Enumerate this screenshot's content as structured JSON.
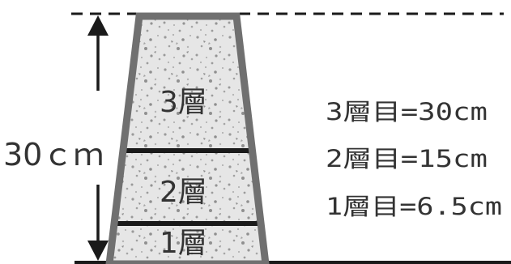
{
  "diagram": {
    "dimension_label": "30ｃｍ",
    "layer_labels": [
      {
        "id": "layer-3",
        "text": "3層"
      },
      {
        "id": "layer-2",
        "text": "2層"
      },
      {
        "id": "layer-1",
        "text": "1層"
      }
    ],
    "legend": [
      {
        "text": "3層目=30cm"
      },
      {
        "text": "2層目=15cm"
      },
      {
        "text": "1層目=6.5cm"
      }
    ],
    "colors": {
      "outline": "#707070",
      "divider": "#1a1a1a",
      "fill": "#e3e3e3",
      "text": "#333333"
    }
  }
}
